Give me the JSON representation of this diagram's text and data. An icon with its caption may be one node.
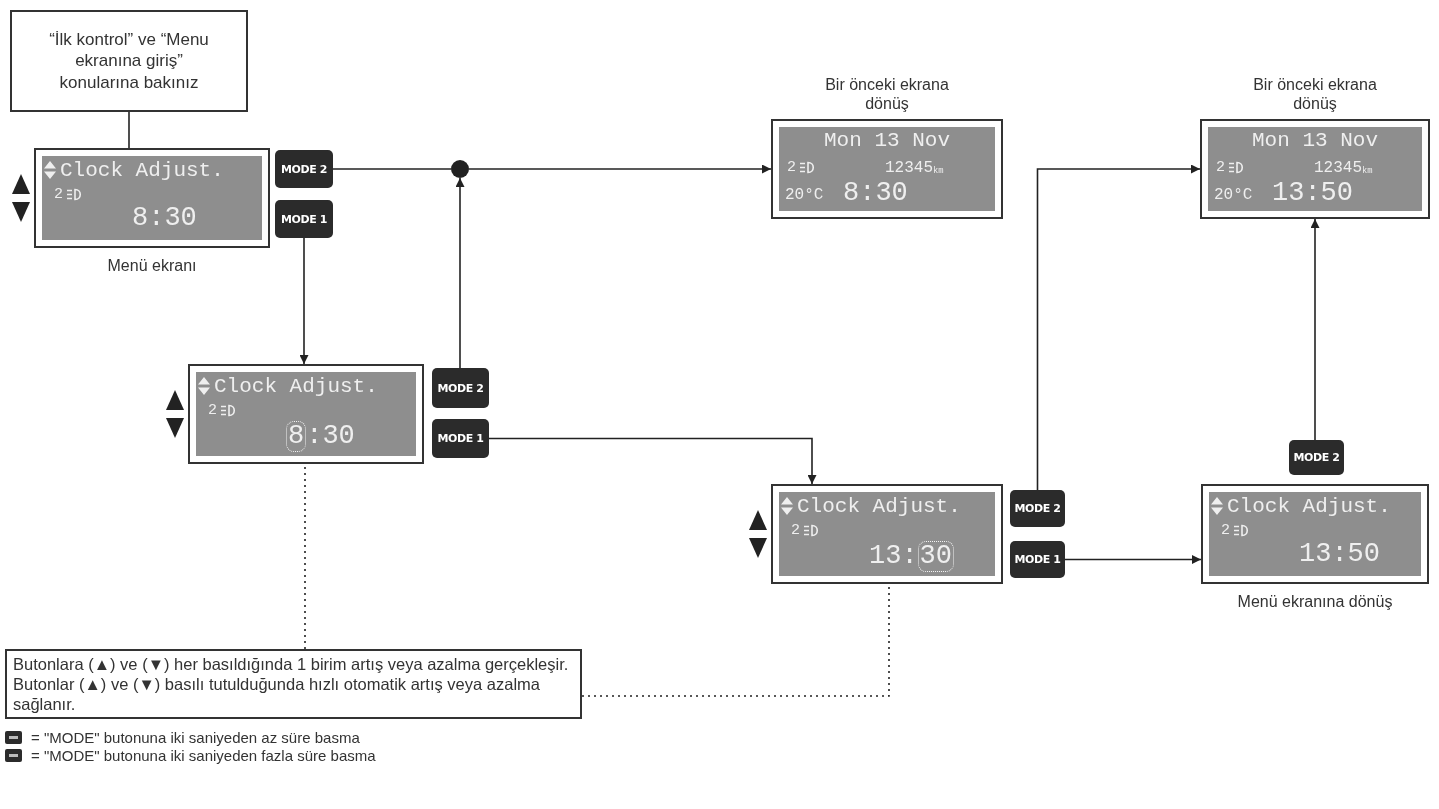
{
  "diagram": {
    "nodes": [
      {
        "text": [
          "“İlk kontrol” ve “Menu ekranına giriş” konularına bakınız"
        ]
      },
      {
        "text": [
          "Clock Adjust.",
          "2",
          "8:30"
        ],
        "beside": [
          "Menü ekranı"
        ]
      },
      {
        "text": [
          "MODE 2"
        ]
      },
      {
        "text": [
          "MODE 1"
        ]
      },
      {
        "text": [],
        "shape": "circle"
      },
      {
        "text": [
          "Mon 13 Nov",
          "2",
          "12345$_{km}$",
          "20°C",
          "8:30"
        ],
        "beside": [
          "Bir önceki ekrana dönüş"
        ]
      },
      {
        "text": [
          "Mon 13 Nov",
          "2",
          "12345$_{km}$",
          "20°C",
          "13:50"
        ],
        "beside": [
          "Bir önceki ekrana dönüş"
        ]
      },
      {
        "text": [
          "Clock Adjust.",
          "2",
          "8",
          ":30"
        ]
      },
      {
        "text": [
          "MODE 2"
        ]
      },
      {
        "text": [
          "MODE 1"
        ]
      },
      {
        "text": [
          "Clock Adjust.",
          "2",
          "13:",
          "30"
        ]
      },
      {
        "text": [
          "MODE 2"
        ]
      },
      {
        "text": [
          "MODE 1"
        ]
      },
      {
        "text": [
          "MODE 2"
        ]
      },
      {
        "text": [
          "Clock Adjust.",
          "2",
          "13:50"
        ],
        "beside": [
          "Menü ekranına dönüş"
        ]
      },
      {
        "text": [
          "Butonlara (▲) ve (▼) her basıldığında 1 birim artış veya azalma gerçekleşir. Butonlar (▲) ve (▼) basılı tutulduğunda hızlı otomatik artış veya azalma sağlanır."
        ]
      }
    ],
    "edges": [
      {
        "from": 0,
        "to": 1,
        "arrow": "none"
      },
      {
        "from": 2,
        "to": 4,
        "arrow": "none"
      },
      {
        "from": 4,
        "to": 5,
        "arrow": "to"
      },
      {
        "from": 3,
        "to": 7,
        "arrow": "to"
      },
      {
        "from": 8,
        "to": 4,
        "arrow": "to"
      },
      {
        "from": 9,
        "to": 10,
        "arrow": "to"
      },
      {
        "from": 11,
        "to": 6,
        "arrow": "to"
      },
      {
        "from": 12,
        "to": 14,
        "arrow": "to"
      },
      {
        "from": 13,
        "to": 6,
        "arrow": "to"
      },
      {
        "from": 15,
        "to": 7,
        "arrow": "none",
        "style": "dashed"
      },
      {
        "from": 15,
        "to": 10,
        "arrow": "none",
        "style": "dashed"
      }
    ],
    "legend": [
      {
        "text": "= \"MODE\" butonuna iki saniyeden az süre basma"
      },
      {
        "text": "= \"MODE\" butonuna iki saniyeden fazla süre basma"
      }
    ]
  }
}
